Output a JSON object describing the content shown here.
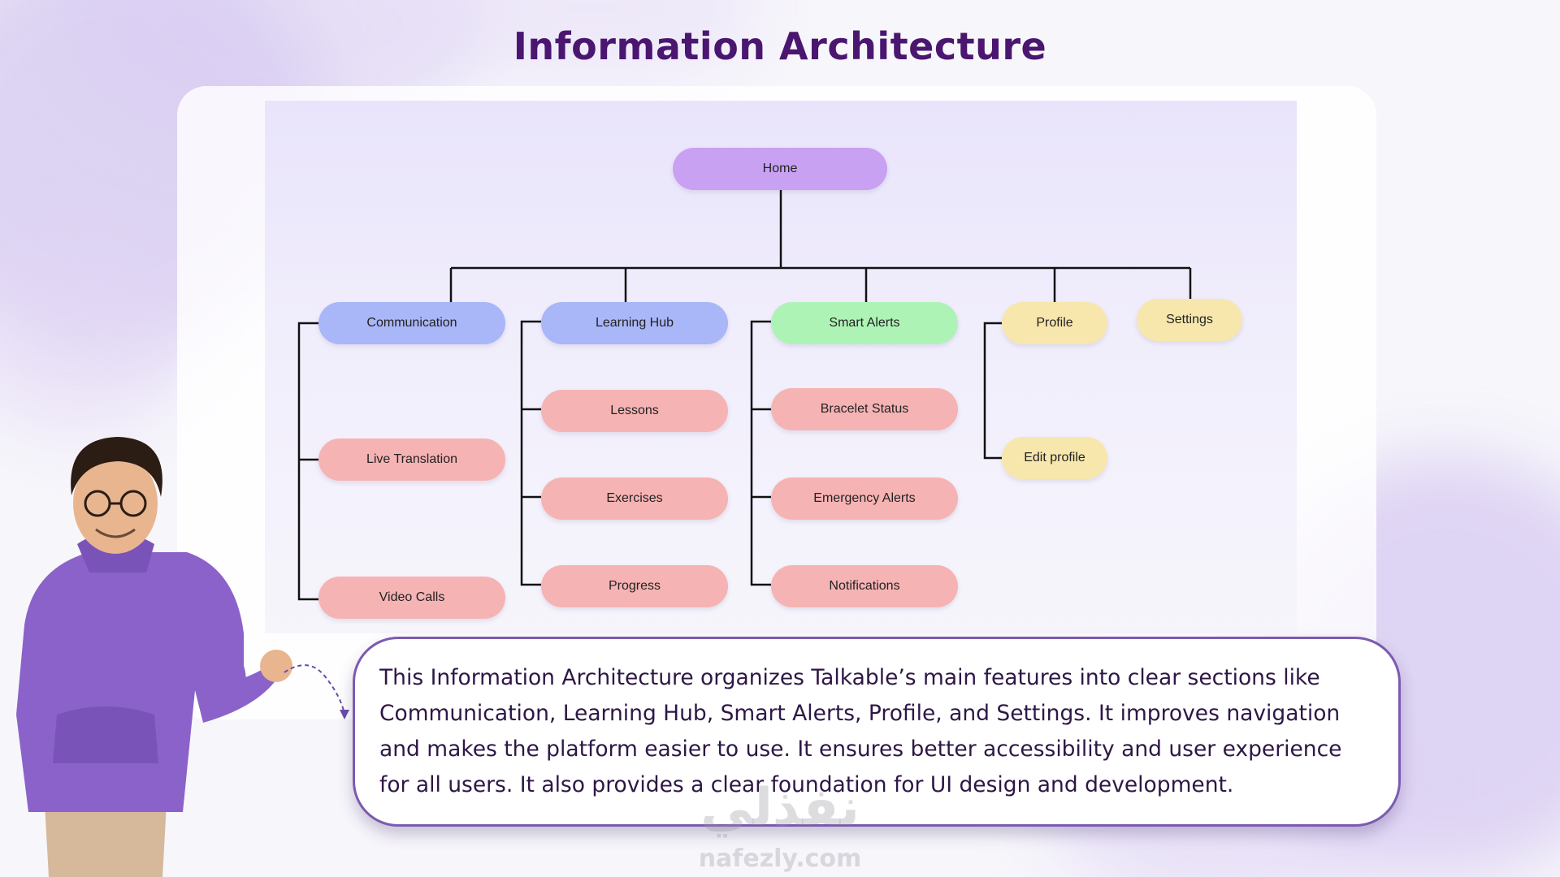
{
  "page": {
    "title": "Information Architecture"
  },
  "diagram": {
    "root": "Home",
    "sections": [
      {
        "label": "Communication",
        "color": "#a9b6f7",
        "children": [
          "Live Translation",
          "Video Calls"
        ]
      },
      {
        "label": "Learning Hub",
        "color": "#a9b6f7",
        "children": [
          "Lessons",
          "Exercises",
          "Progress"
        ]
      },
      {
        "label": "Smart Alerts",
        "color": "#aef3b6",
        "children": [
          "Bracelet Status",
          "Emergency Alerts",
          "Notifications"
        ]
      },
      {
        "label": "Profile",
        "color": "#f7e7ad",
        "children": [
          "Edit profile"
        ]
      },
      {
        "label": "Settings",
        "color": "#f7e7ad",
        "children": []
      }
    ],
    "colors": {
      "root": "#c8a1f3",
      "child": "#f6b3b3",
      "connector": "#111111"
    }
  },
  "description": {
    "text": "This Information Architecture organizes Talkable’s main features into clear sections like Communication, Learning Hub, Smart Alerts, Profile, and Settings. It improves navigation and makes the platform easier to use. It ensures better accessibility and user experience for all users. It also provides a clear foundation for UI design and development."
  },
  "watermark": {
    "arabic": "نفذلي",
    "latin": "nafezly.com"
  },
  "theme": {
    "title_color": "#4a1670",
    "accent": "#7b5bb0"
  }
}
